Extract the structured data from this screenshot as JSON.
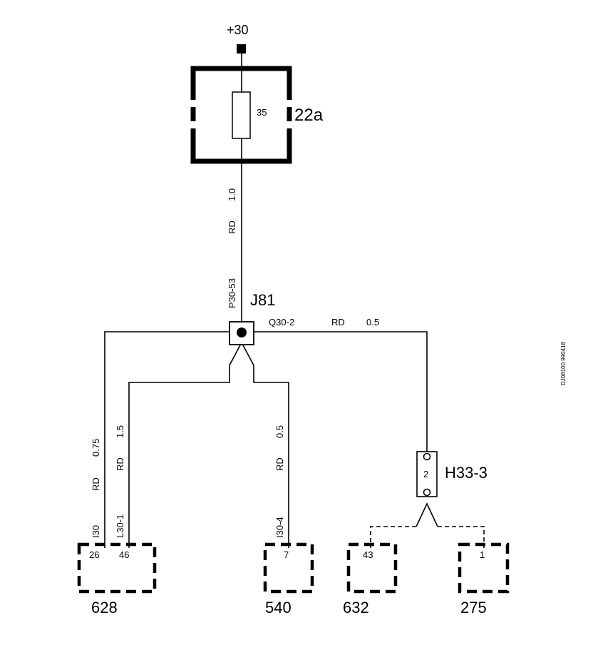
{
  "supply": {
    "label": "+30"
  },
  "fuse_box": {
    "label": "22a",
    "fuse_rating": "35"
  },
  "wire_main": {
    "size": "1.0",
    "color": "RD",
    "id": "P30-53"
  },
  "junction": {
    "label": "J81"
  },
  "wire_right": {
    "id": "Q30-2",
    "color": "RD",
    "size": "0.5"
  },
  "wire_left1": {
    "size": "0.75",
    "color": "RD",
    "id": "I30"
  },
  "wire_left2": {
    "size": "1.5",
    "color": "RD",
    "id": "L30-1"
  },
  "wire_mid": {
    "size": "0.5",
    "color": "RD",
    "id": "I30-4"
  },
  "connector": {
    "label": "H33-3",
    "pin": "2"
  },
  "components": {
    "c628": {
      "label": "628",
      "pin1": "26",
      "pin2": "46"
    },
    "c540": {
      "label": "540",
      "pin": "7"
    },
    "c632": {
      "label": "632",
      "pin": "43"
    },
    "c275": {
      "label": "275",
      "pin": "1"
    }
  },
  "doc_id": "DJ08100 990418"
}
